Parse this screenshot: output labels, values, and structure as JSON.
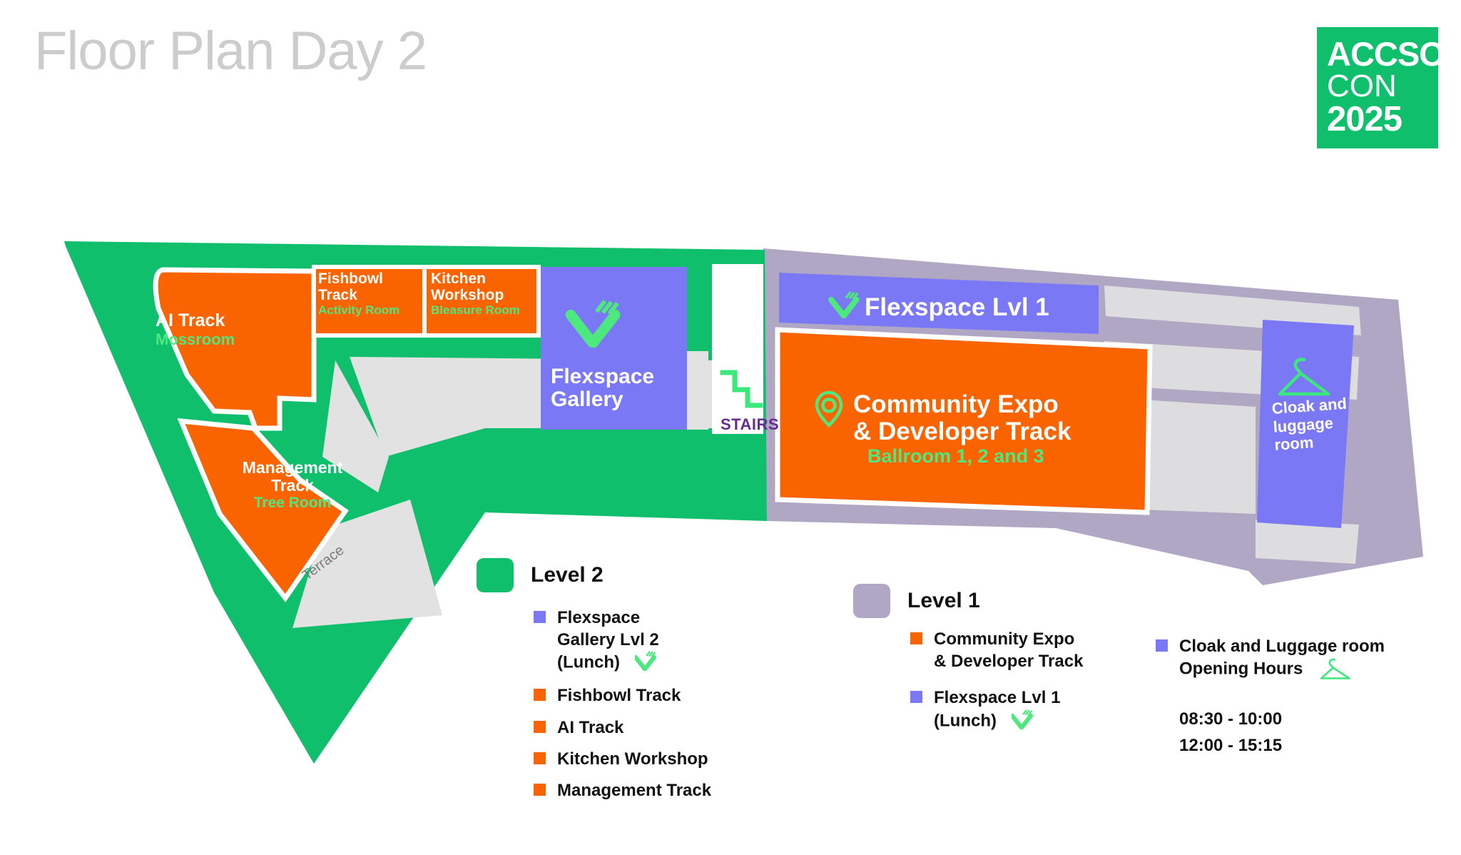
{
  "header": {
    "title": "Floor Plan Day 2",
    "logo": {
      "line1": "ACCSO",
      "line2": "CON",
      "line3": "2025"
    }
  },
  "colors": {
    "green_level2": "#10BF6C",
    "orange_room": "#FA6400",
    "periwinkle_flexspace": "#7B78F5",
    "lavender_level1": "#B0A7C4",
    "gray_neutral": "#E0E0E0",
    "icon_green": "#4DE87E",
    "stairs_purple": "#662D91",
    "title_gray": "#CCCCCC",
    "legend_text": "#111111"
  },
  "map": {
    "rooms": [
      {
        "id": "ai-track",
        "title": "AI Track",
        "subtitle": "Mossroom",
        "color": "orange",
        "level": 2
      },
      {
        "id": "fishbowl-track",
        "title": "Fishbowl Track",
        "subtitle": "Activity Room",
        "color": "orange",
        "level": 2
      },
      {
        "id": "kitchen-workshop",
        "title": "Kitchen Workshop",
        "subtitle": "Bleasure Room",
        "color": "orange",
        "level": 2
      },
      {
        "id": "management-track",
        "title": "Management Track",
        "subtitle": "Tree Room",
        "color": "orange",
        "level": 2
      },
      {
        "id": "flexspace-gallery",
        "title": "Flexspace Gallery",
        "subtitle": "",
        "color": "periwinkle",
        "level": 2,
        "icon": "cutlery-icon"
      },
      {
        "id": "terrace",
        "title": "Terrace",
        "subtitle": "",
        "color": "gray",
        "level": 2
      },
      {
        "id": "stairs",
        "title": "STAIRS",
        "subtitle": "",
        "color": "white",
        "level": 2,
        "icon": "stairs-icon"
      },
      {
        "id": "flexspace-lvl1",
        "title": "Flexspace Lvl 1",
        "subtitle": "",
        "color": "periwinkle",
        "level": 1,
        "icon": "cutlery-icon"
      },
      {
        "id": "community-expo",
        "title_line1": "Community Expo",
        "title_line2": "& Developer Track",
        "subtitle": "Ballroom 1, 2 and 3",
        "color": "orange",
        "level": 1,
        "icon": "location-pin-icon"
      },
      {
        "id": "cloak-room",
        "title_line1": "Cloak and",
        "title_line2": "luggage",
        "title_line3": "room",
        "color": "periwinkle",
        "level": 1,
        "icon": "hanger-icon"
      }
    ]
  },
  "legend": {
    "level2": {
      "heading": "Level 2",
      "swatch_color": "#10BF6C",
      "items": [
        {
          "label": "Flexspace\nGallery Lvl 2\n(Lunch)",
          "dot_color": "#7B78F5",
          "icon": "cutlery-icon"
        },
        {
          "label": "Fishbowl Track",
          "dot_color": "#FA6400",
          "icon": ""
        },
        {
          "label": "AI Track",
          "dot_color": "#FA6400",
          "icon": ""
        },
        {
          "label": "Kitchen Workshop",
          "dot_color": "#FA6400",
          "icon": ""
        },
        {
          "label": "Management Track",
          "dot_color": "#FA6400",
          "icon": ""
        }
      ]
    },
    "level1": {
      "heading": "Level 1",
      "swatch_color": "#B0A7C4",
      "items": [
        {
          "label": "Community Expo\n& Developer Track",
          "dot_color": "#FA6400",
          "icon": ""
        },
        {
          "label": "Flexspace Lvl 1\n(Lunch)",
          "dot_color": "#7B78F5",
          "icon": "cutlery-icon"
        }
      ]
    },
    "cloak": {
      "label_line1": "Cloak and Luggage room",
      "label_line2": "Opening Hours",
      "dot_color": "#7B78F5",
      "icon": "hanger-icon",
      "hours": [
        "08:30 - 10:00",
        "12:00 - 15:15"
      ]
    }
  }
}
